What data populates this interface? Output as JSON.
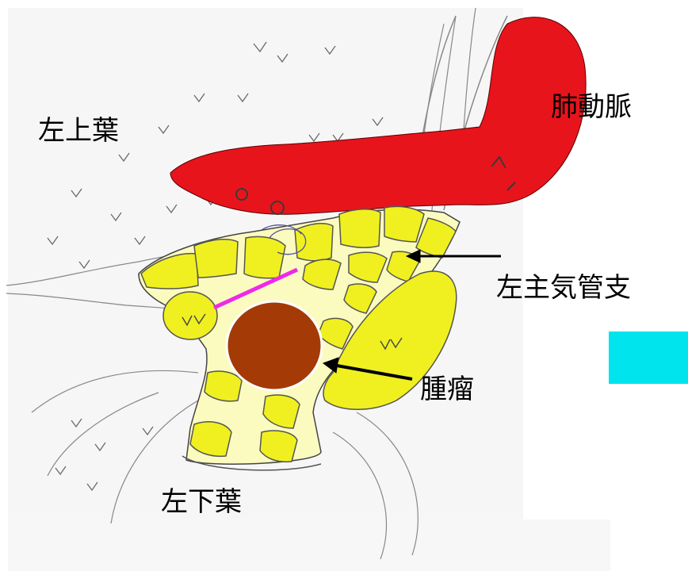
{
  "labels": {
    "left_upper_lobe": "左上葉",
    "pulmonary_artery": "肺動脈",
    "left_main_bronchus": "左主気管支",
    "tumor": "腫瘤",
    "left_lower_lobe": "左下葉"
  },
  "colors": {
    "artery": "#e8141c",
    "bronchus_fill": "#fbfbc0",
    "cartilage": "#f0f020",
    "tumor": "#a43a05",
    "cut_line": "#f028e8",
    "accent_box": "#00e4ee",
    "sketch": "#7a7a7a",
    "lung_bg": "#f4f4f4"
  }
}
